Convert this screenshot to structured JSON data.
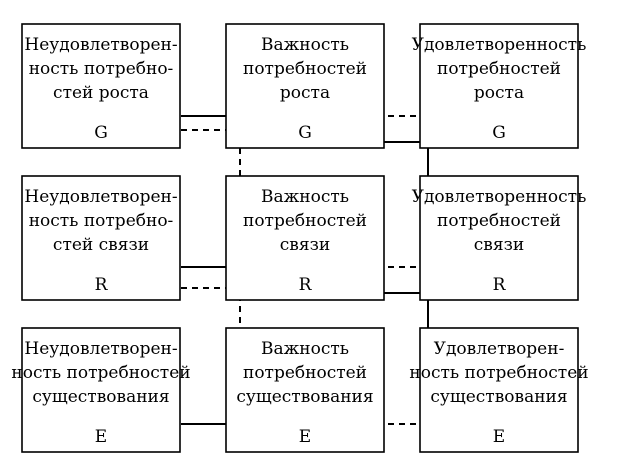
{
  "boxes": [
    {
      "id": "dissatisfaction-growth",
      "lines": [
        "Неудовлетворен-",
        "ность потребно-",
        "стей роста"
      ],
      "letter": "G"
    },
    {
      "id": "importance-growth",
      "lines": [
        "Важность",
        "потребностей",
        "роста"
      ],
      "letter": "G"
    },
    {
      "id": "satisfaction-growth",
      "lines": [
        "Удовлетворенность",
        "потребностей",
        "роста"
      ],
      "letter": "G"
    },
    {
      "id": "dissatisfaction-relatedness",
      "lines": [
        "Неудовлетворен-",
        "ность потребно-",
        "стей связи"
      ],
      "letter": "R"
    },
    {
      "id": "importance-relatedness",
      "lines": [
        "Важность",
        "потребностей",
        "связи"
      ],
      "letter": "R"
    },
    {
      "id": "satisfaction-relatedness",
      "lines": [
        "Удовлетворенность",
        "потребностей",
        "связи"
      ],
      "letter": "R"
    },
    {
      "id": "dissatisfaction-existence",
      "lines": [
        "Неудовлетворен-",
        "ность потребностей",
        "существования"
      ],
      "letter": "E"
    },
    {
      "id": "importance-existence",
      "lines": [
        "Важность",
        "потребностей",
        "существования"
      ],
      "letter": "E"
    },
    {
      "id": "satisfaction-existence",
      "lines": [
        "Удовлетворен-",
        "ность потребностей",
        "существования"
      ],
      "letter": "E"
    }
  ],
  "arrows": [
    {
      "id": "g-dissat-to-importance",
      "style": "solid"
    },
    {
      "id": "g-importance-to-satisfaction",
      "style": "dashed"
    },
    {
      "id": "g-satisfaction-to-importance",
      "style": "solid"
    },
    {
      "id": "g-dissat-to-r-importance",
      "style": "dashed"
    },
    {
      "id": "r-dissat-to-importance",
      "style": "solid"
    },
    {
      "id": "r-importance-to-satisfaction",
      "style": "dashed"
    },
    {
      "id": "r-satisfaction-to-importance",
      "style": "solid"
    },
    {
      "id": "r-dissat-to-e-importance",
      "style": "dashed"
    },
    {
      "id": "e-dissat-to-importance",
      "style": "solid"
    },
    {
      "id": "e-importance-to-satisfaction",
      "style": "dashed"
    }
  ]
}
